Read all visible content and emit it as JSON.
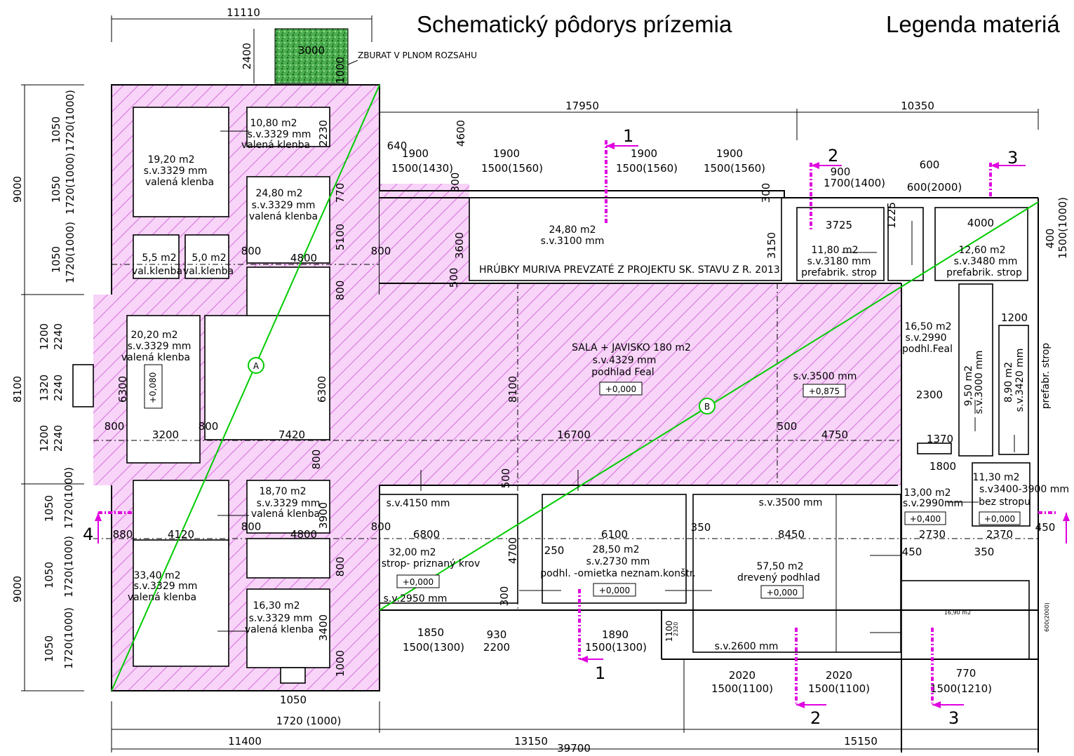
{
  "titles": {
    "main": "Schematický pôdorys prízemia",
    "legend": "Legenda materiá"
  },
  "notes": {
    "demolish": "ZBURAT V PLNOM ROZSAHU",
    "masonry": "HRÚBKY MURIVA PREVZATÉ Z PROJEKTU SK. STAVU Z R. 2013"
  },
  "rooms": [
    {
      "id": "r1",
      "lines": [
        "10,80 m2",
        "s.v.3329 mm",
        "valená klenba"
      ]
    },
    {
      "id": "r2",
      "lines": [
        "19,20 m2",
        "s.v.3329 mm",
        "valená klenba"
      ]
    },
    {
      "id": "r3",
      "lines": [
        "24,80 m2",
        "s.v.3329 mm",
        "valená klenba"
      ]
    },
    {
      "id": "r4",
      "lines": [
        "5,5 m2",
        "val.klenba"
      ]
    },
    {
      "id": "r5",
      "lines": [
        "5,0 m2",
        "val.klenba"
      ]
    },
    {
      "id": "r6",
      "lines": [
        "24,80 m2",
        "s.v.3100 mm"
      ]
    },
    {
      "id": "r7",
      "lines": [
        "11,80 m2",
        "s.v.3180 mm",
        "prefabrik. strop"
      ]
    },
    {
      "id": "r8",
      "lines": [
        "12,60 m2",
        "s.v.3480 mm",
        "prefabrik. strop"
      ]
    },
    {
      "id": "r9",
      "lines": [
        "20,20 m2",
        "s.v.3329 mm",
        "valená klenba"
      ]
    },
    {
      "id": "r10",
      "lines": [
        "SALA   + JAVISKO 180 m2",
        "s.v.4329 mm",
        "podhlad Feal"
      ]
    },
    {
      "id": "r11",
      "lines": [
        "s.v.3500 mm"
      ]
    },
    {
      "id": "r12",
      "lines": [
        "16,50 m2",
        "s.v.2990",
        "podhl.Feal"
      ]
    },
    {
      "id": "r13",
      "lines": [
        "18,70 m2",
        "s.v.3329 mm",
        "valená klenba"
      ]
    },
    {
      "id": "r14",
      "lines": [
        "33,40 m2",
        "s.v.3329 mm",
        "valená klenba"
      ]
    },
    {
      "id": "r15",
      "lines": [
        "16,30 m2",
        "s.v.3329 mm",
        "valená klenba"
      ]
    },
    {
      "id": "r16",
      "lines": [
        "32,00 m2",
        "strop- priznaný krov"
      ]
    },
    {
      "id": "r17",
      "lines": [
        "28,50 m2",
        "s.v.2730 mm",
        "podhl. -omietka neznam.konštr."
      ]
    },
    {
      "id": "r18",
      "lines": [
        "57,50 m2",
        "drevený podhlad"
      ]
    },
    {
      "id": "r19",
      "lines": [
        "13,00 m2",
        "s.v.2990mm"
      ]
    },
    {
      "id": "r20",
      "lines": [
        "11,30 m2",
        "s.v3400-3900 mm",
        "bez stropu"
      ]
    }
  ],
  "levels": [
    "+0,080",
    "+0,000",
    "+0,875",
    "+0,000",
    "+0,000",
    "+0,000",
    "+0,400",
    "+0,000"
  ],
  "grid_markers": [
    "A",
    "B"
  ],
  "section_markers": [
    "1",
    "2",
    "3",
    "4"
  ],
  "dimensions": {
    "top": [
      "11110",
      "17950",
      "10350",
      "3000",
      "2400",
      "1000"
    ],
    "bottom": [
      "11400",
      "13150",
      "15150",
      "39700",
      "1050",
      "1720 (1000)"
    ],
    "left": [
      "9000",
      "8100",
      "9000",
      "1050",
      "1720(1000)",
      "1200",
      "2240",
      "1320"
    ],
    "interior": [
      "2230",
      "4600",
      "300",
      "3600",
      "500",
      "770",
      "5100",
      "800",
      "4800",
      "3150",
      "3725",
      "1225",
      "4000",
      "400",
      "1500(1000)",
      "6300",
      "3200",
      "7420",
      "16700",
      "8100",
      "4750",
      "1200",
      "2300",
      "1370",
      "1800",
      "6800",
      "6100",
      "8450",
      "2730",
      "2370",
      "450",
      "350",
      "250",
      "4700",
      "3900",
      "4120",
      "880",
      "3400",
      "1100",
      "2320",
      "16,90 m2"
    ],
    "windows": [
      "640",
      "1900",
      "1500(1430)",
      "1500(1560)",
      "900",
      "1700(1400)",
      "600",
      "600(2000)",
      "1850",
      "1500(1300)",
      "930",
      "2200",
      "1890",
      "2020",
      "1500(1100)",
      "770",
      "1500(1210)",
      "9,50 m2",
      "s.v.3000 mm",
      "8,90 m2",
      "s.v.3420 mm",
      "prefabr. strop",
      "s.v.4150 mm",
      "s.v.2950 mm",
      "s.v.3500 mm",
      "s.v.2600 mm"
    ]
  },
  "colors": {
    "hatch": "#e58ee8",
    "green": "#00cc00",
    "magenta": "#e000e0",
    "vegetation": "#3a9a3a"
  }
}
